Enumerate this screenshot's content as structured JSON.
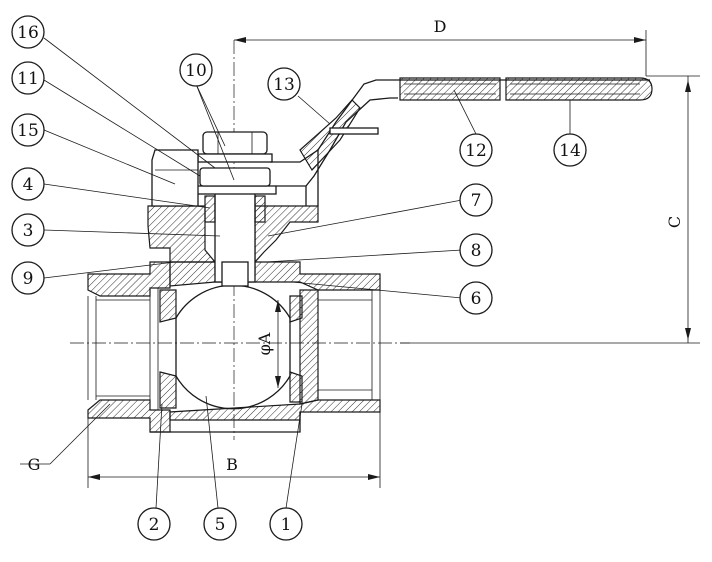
{
  "diagram": {
    "parts": [
      {
        "id": "16",
        "label": "16"
      },
      {
        "id": "10",
        "label": "10"
      },
      {
        "id": "13",
        "label": "13"
      },
      {
        "id": "11",
        "label": "11"
      },
      {
        "id": "15",
        "label": "15"
      },
      {
        "id": "4",
        "label": "4"
      },
      {
        "id": "3",
        "label": "3"
      },
      {
        "id": "9",
        "label": "9"
      },
      {
        "id": "7",
        "label": "7"
      },
      {
        "id": "8",
        "label": "8"
      },
      {
        "id": "6",
        "label": "6"
      },
      {
        "id": "12",
        "label": "12"
      },
      {
        "id": "14",
        "label": "14"
      },
      {
        "id": "2",
        "label": "2"
      },
      {
        "id": "5",
        "label": "5"
      },
      {
        "id": "1",
        "label": "1"
      }
    ],
    "dimensions": {
      "d": "D",
      "c": "C",
      "b": "B",
      "g": "G",
      "phi_a": "φA"
    }
  }
}
